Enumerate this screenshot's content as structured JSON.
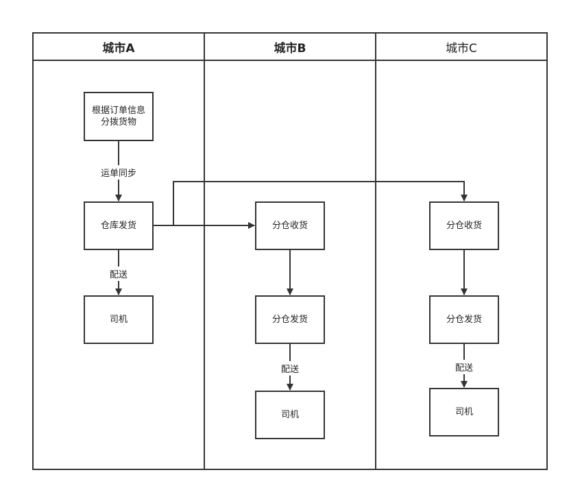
{
  "lanes": [
    {
      "title": "城市A"
    },
    {
      "title": "城市B"
    },
    {
      "title": "城市C"
    }
  ],
  "nodes": {
    "a_allocate": [
      "根据订单信息",
      "分拨货物"
    ],
    "a_warehouse_ship": "仓库发货",
    "a_driver": "司机",
    "b_receive": "分仓收货",
    "b_ship": "分仓发货",
    "b_driver": "司机",
    "c_receive": "分仓收货",
    "c_ship": "分仓发货",
    "c_driver": "司机"
  },
  "edge_labels": {
    "a_sync": "运单同步",
    "a_deliver": "配送",
    "b_deliver": "配送",
    "c_deliver": "配送"
  }
}
